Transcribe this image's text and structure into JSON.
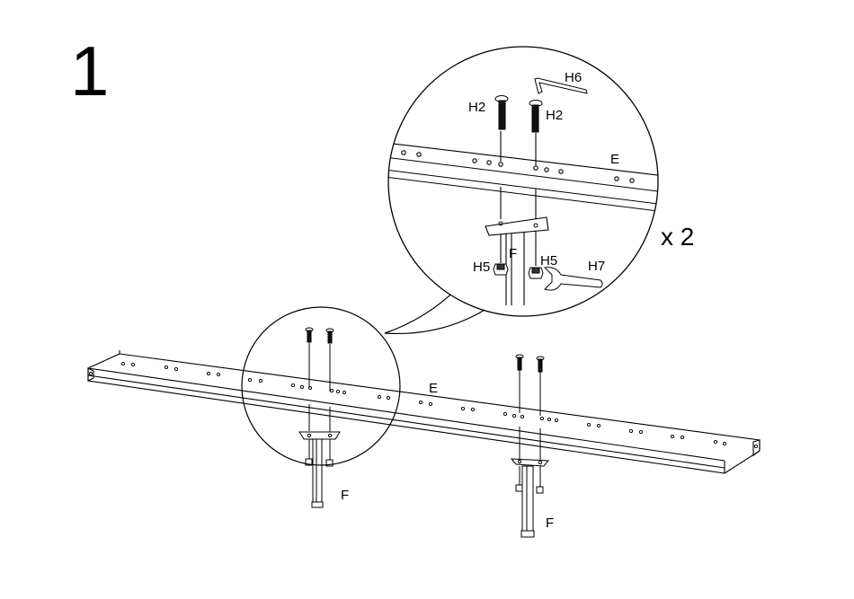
{
  "step_number": "1",
  "multiplier": "x 2",
  "labels": {
    "bolt": "H2",
    "allen_key": "H6",
    "nut": "H5",
    "wrench": "H7",
    "rail": "E",
    "leg": "F"
  },
  "colors": {
    "line": "#000000",
    "background": "#ffffff",
    "fill_dark": "#111111"
  }
}
